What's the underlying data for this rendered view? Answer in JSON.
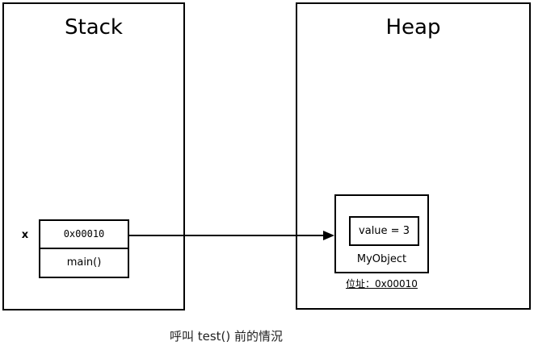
{
  "diagram": {
    "caption": "呼叫 test() 前的情況",
    "regions": {
      "stack": {
        "title": "Stack"
      },
      "heap": {
        "title": "Heap"
      }
    },
    "stack_frame": {
      "variable_label": "x",
      "value": "0x00010",
      "method": "main()"
    },
    "heap_object": {
      "field": "value = 3",
      "class_name": "MyObject",
      "address_label": "位址：0x00010"
    },
    "arrow": {
      "name": "reference-arrow",
      "from": "stack-frame-value",
      "to": "heap-object"
    },
    "colors": {
      "stroke": "#000000",
      "background": "#ffffff",
      "caption": "#222222"
    }
  }
}
